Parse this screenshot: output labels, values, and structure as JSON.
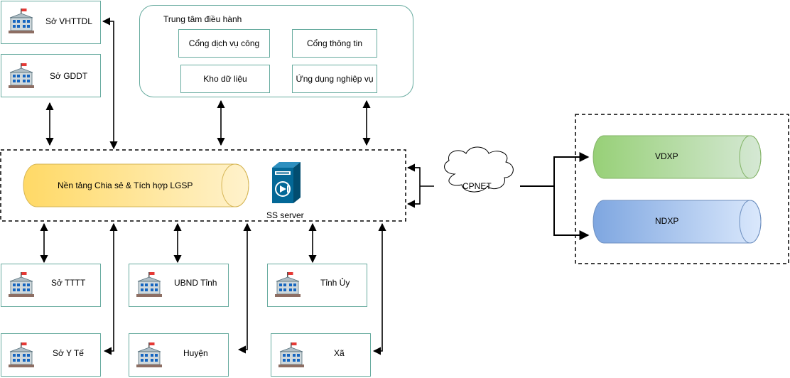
{
  "agencies": {
    "so_vhttdl": "Sở VHTTDL",
    "so_gddt": "Sở GDDT",
    "so_tttt": "Sở TTTT",
    "ubnd_tinh": "UBND Tỉnh",
    "tinh_uy": "Tỉnh Ủy",
    "so_y_te": "Sở Y Tế",
    "huyen": "Huyện",
    "xa": "Xã"
  },
  "control_center": {
    "title": "Trung tâm điều hành",
    "modules": [
      "Cổng dịch vụ công",
      "Cổng thông tin",
      "Kho dữ liệu",
      "Ứng dụng nghiệp vụ"
    ]
  },
  "platform": {
    "lgsp": "Nền tảng Chia sẻ & Tích hợp LGSP",
    "server": "SS server"
  },
  "network": {
    "cpnet": "CPNET",
    "vdxp": "VDXP",
    "ndxp": "NDXP"
  },
  "colors": {
    "box_border": "#67AB9F",
    "lgsp_fill_start": "#FFD966",
    "lgsp_fill_end": "#FFF2CC",
    "vdxp_fill_start": "#97D077",
    "vdxp_fill_end": "#D5E8D4",
    "ndxp_fill_start": "#7EA6E0",
    "ndxp_fill_end": "#DAE8FC",
    "server_color": "#036897"
  },
  "icons": {
    "agency": "government-building-icon",
    "server": "server-icon",
    "network": "cloud-icon"
  }
}
